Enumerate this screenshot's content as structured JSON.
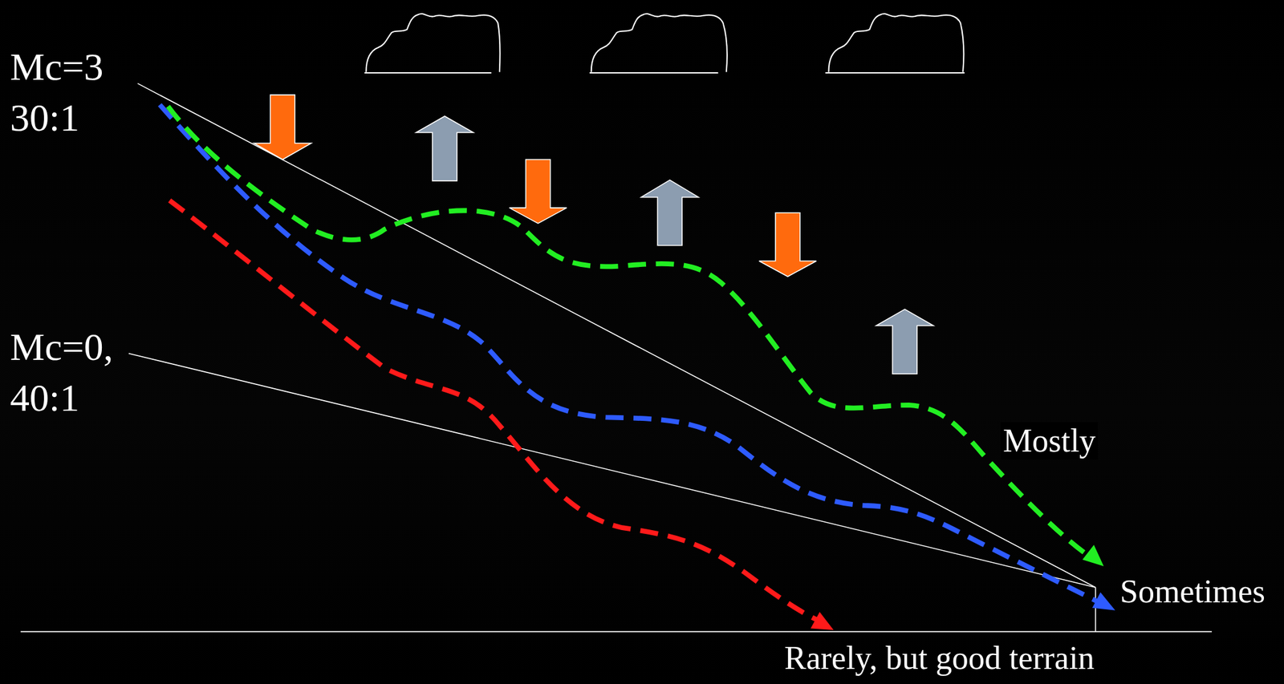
{
  "diagram": {
    "labels": [
      "Mc=3 30:1",
      "Mc=0, 40:1",
      "Mostly",
      "Sometimes",
      "Rarely, but good terrain"
    ]
  }
}
